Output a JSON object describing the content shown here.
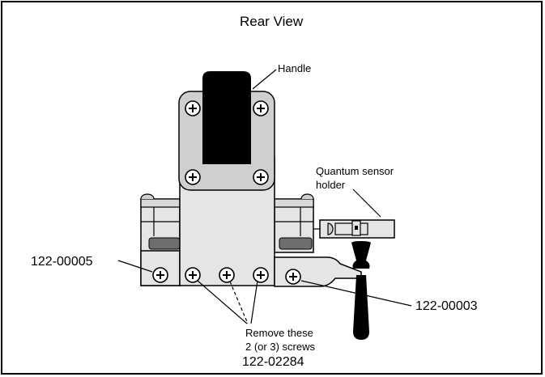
{
  "title": "Rear View",
  "labels": {
    "handle": "Handle",
    "quantum_sensor_holder_line1": "Quantum sensor",
    "quantum_sensor_holder_line2": "holder",
    "part_left": "122-00005",
    "part_right": "122-00003",
    "remove_screws_line1": "Remove these",
    "remove_screws_line2": "2 (or 3) screws",
    "part_bottom": "122-02284"
  },
  "colors": {
    "body_fill": "#e5e5e5",
    "panel_fill": "#cfcfcf",
    "handle_fill": "#000000",
    "line": "#000000"
  },
  "icons": [
    "phillips-screw-icon"
  ]
}
